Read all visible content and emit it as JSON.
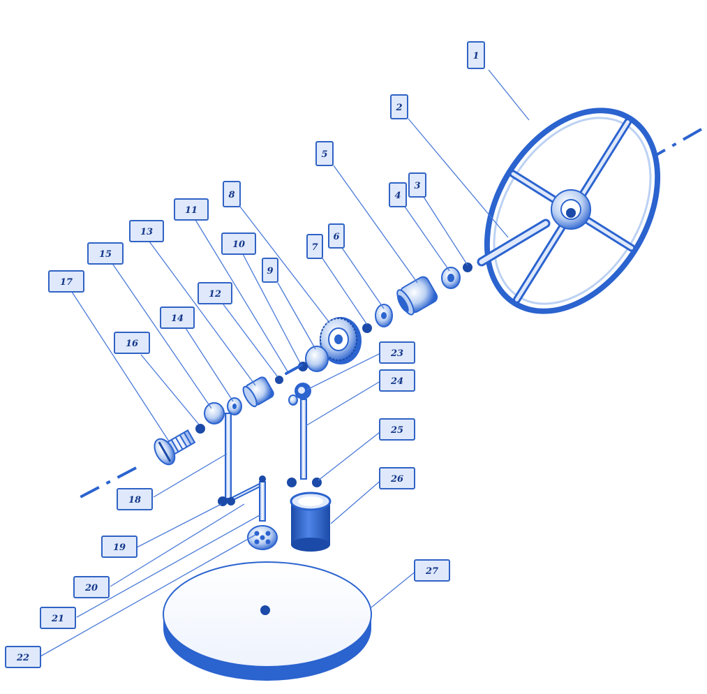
{
  "callouts": [
    "1",
    "2",
    "3",
    "4",
    "5",
    "6",
    "7",
    "8",
    "9",
    "10",
    "11",
    "12",
    "13",
    "14",
    "15",
    "16",
    "17",
    "18",
    "19",
    "20",
    "21",
    "22",
    "23",
    "24",
    "25",
    "26",
    "27"
  ],
  "colors": {
    "primary": "#2b63cf",
    "dark": "#1b4aa8",
    "light": "#dfe9fb",
    "leader": "#4a7ad8"
  }
}
